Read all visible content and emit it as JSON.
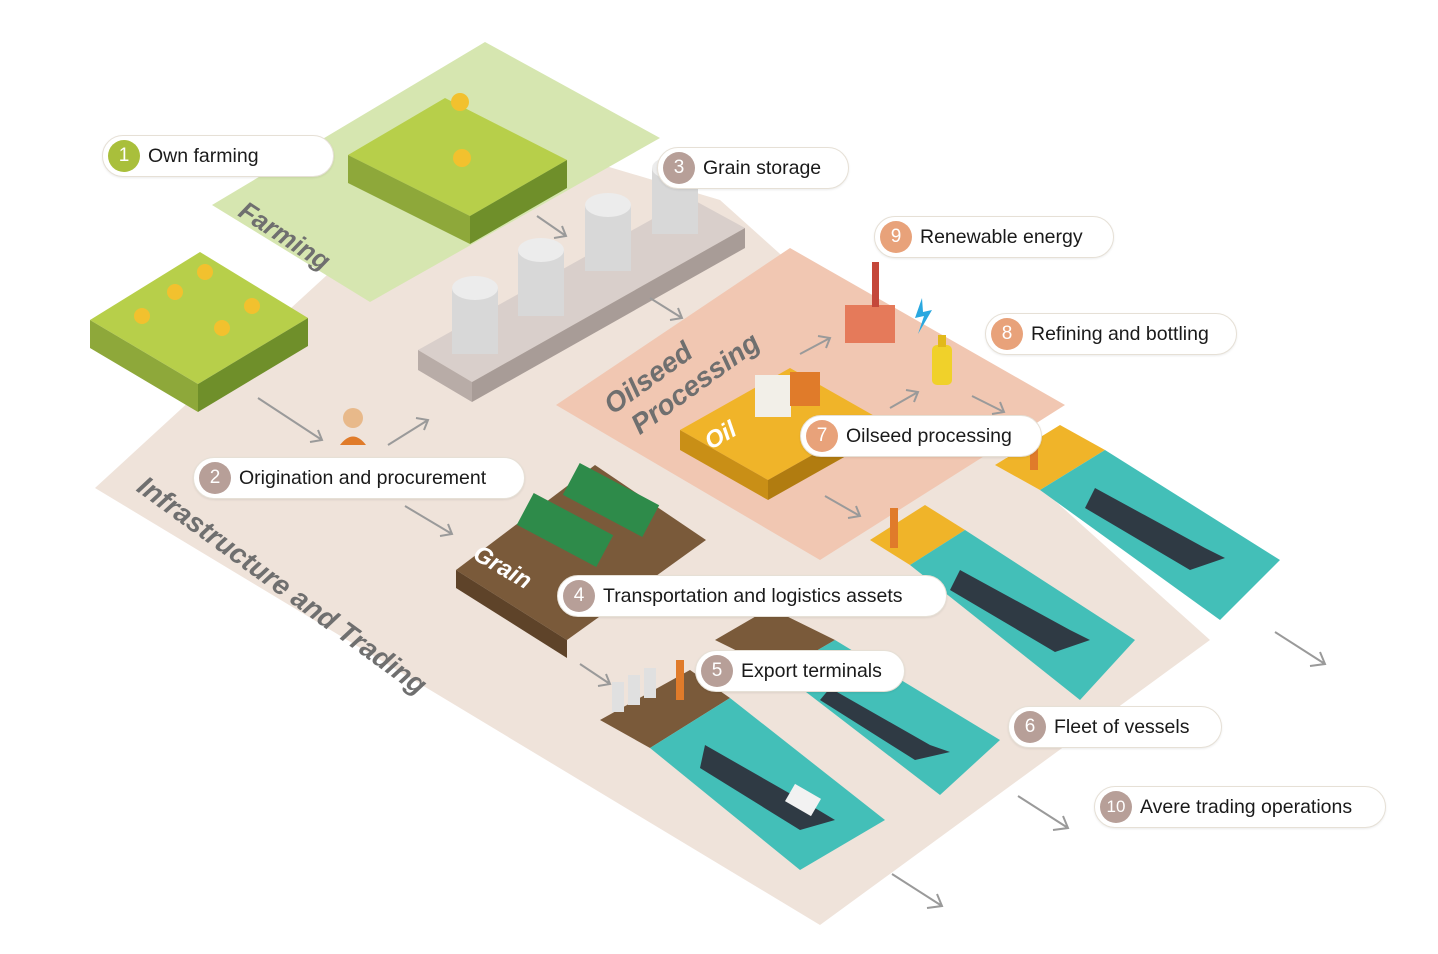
{
  "zones": {
    "farming": "Farming",
    "infrastructure": "Infrastructure and Trading",
    "oilseed_line1": "Oilseed",
    "oilseed_line2": "Processing",
    "oil": "Oil",
    "grain": "Grain"
  },
  "labels": [
    {
      "num": "1",
      "text": "Own farming",
      "color": "#a9bf3b"
    },
    {
      "num": "2",
      "text": "Origination and procurement",
      "color": "#b79f98"
    },
    {
      "num": "3",
      "text": "Grain storage",
      "color": "#b79f98"
    },
    {
      "num": "4",
      "text": "Transportation and logistics assets",
      "color": "#b79f98"
    },
    {
      "num": "5",
      "text": "Export terminals",
      "color": "#b79f98"
    },
    {
      "num": "6",
      "text": "Fleet of vessels",
      "color": "#b79f98"
    },
    {
      "num": "7",
      "text": "Oilseed processing",
      "color": "#e8a27a"
    },
    {
      "num": "8",
      "text": "Refining and bottling",
      "color": "#e8a27a"
    },
    {
      "num": "9",
      "text": "Renewable energy",
      "color": "#e8a27a"
    },
    {
      "num": "10",
      "text": "Avere trading operations",
      "color": "#b79f98"
    }
  ],
  "colors": {
    "farming_zone": "#d6e6b0",
    "infrastructure_zone": "#efe3da",
    "oilseed_zone": "#f1c7b2",
    "field": "#b7cf4a",
    "oil_platform": "#f0b429",
    "grain_platform": "#7a5a3a",
    "water": "#43bfb8",
    "silo": "#d8d8d8",
    "wagon": "#2e8b4a",
    "arrow": "#9a9a9a"
  }
}
